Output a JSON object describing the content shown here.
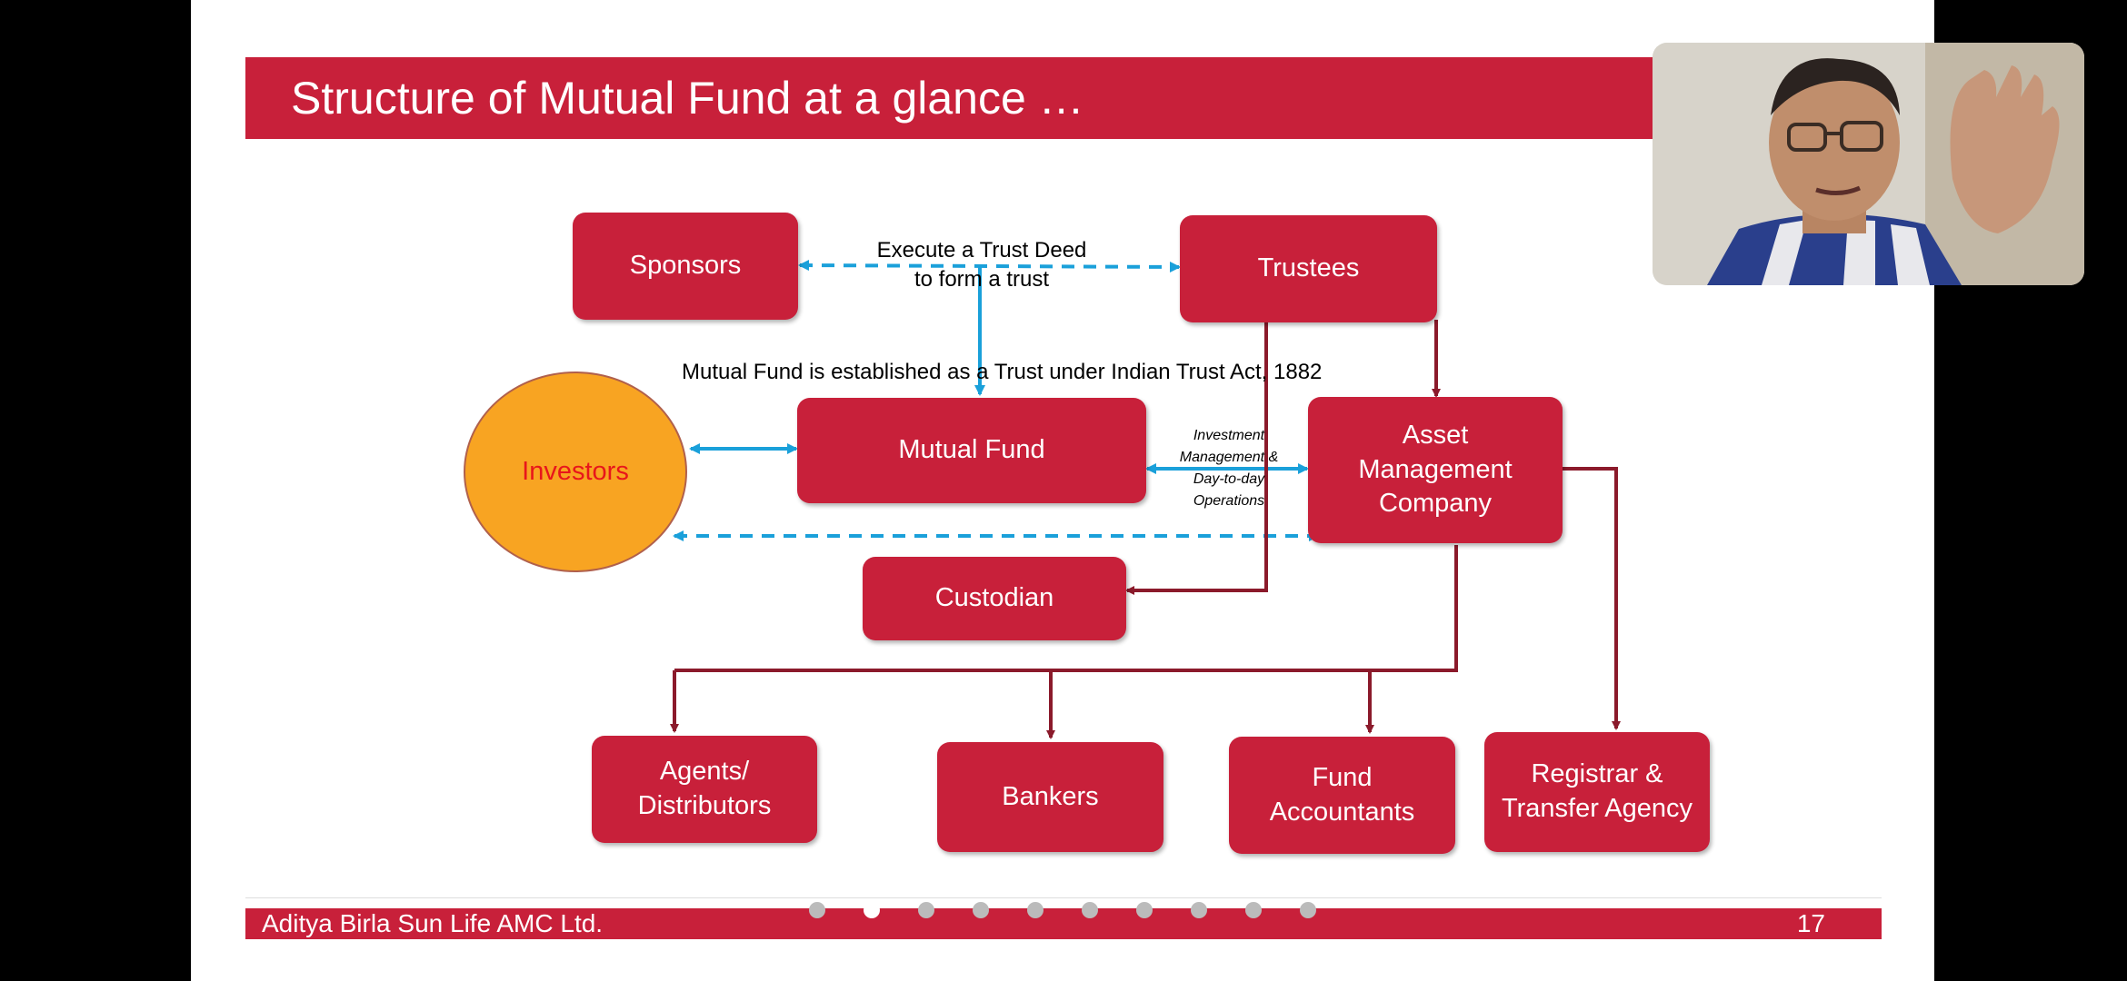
{
  "slide": {
    "title": "Structure of Mutual Fund at a glance …",
    "footer_company": "Aditya Birla Sun Life AMC Ltd.",
    "page_number": "17"
  },
  "diagram": {
    "nodes": {
      "sponsors": "Sponsors",
      "trustees": "Trustees",
      "mutual_fund": "Mutual Fund",
      "investors": "Investors",
      "amc": "Asset\nManagement\nCompany",
      "custodian": "Custodian",
      "agents": "Agents/\nDistributors",
      "bankers": "Bankers",
      "fund_accountants": "Fund\nAccountants",
      "registrar": "Registrar &\nTransfer Agency"
    },
    "labels": {
      "trust_deed": "Execute a Trust Deed\nto form a trust",
      "trust_act": "Mutual Fund is established as a Trust under Indian Trust Act, 1882",
      "investment_mgmt": "Investment\nManagement &\nDay-to-day\nOperations"
    },
    "colors": {
      "box": "#c8203a",
      "connector_solid": "#8b1a2b",
      "connector_blue": "#1aa0da",
      "investors_fill": "#f8a422",
      "investors_text": "#e8161b"
    }
  },
  "player": {
    "slide_dots": 10,
    "active_dot": 1
  }
}
